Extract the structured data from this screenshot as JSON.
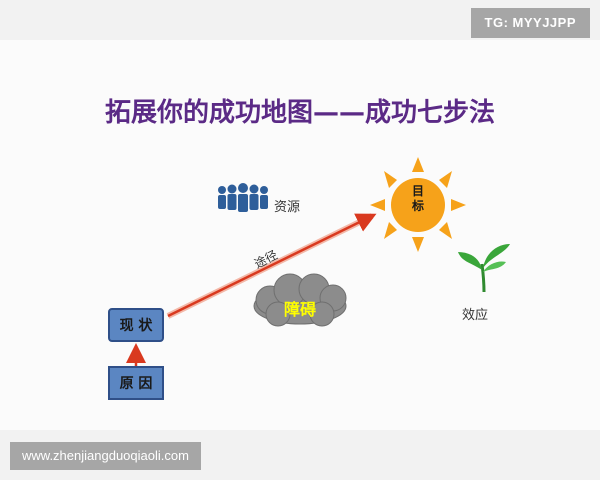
{
  "watermark_top": "TG: MYYJJPP",
  "watermark_bottom": "www.zhenjiangduoqiaoli.com",
  "title": "拓展你的成功地图——成功七步法",
  "nodes": {
    "status": "现 状",
    "cause": "原 因",
    "goal": "目\n标",
    "barrier": "障碍",
    "resources": "资源",
    "path": "途径",
    "effect": "效应"
  },
  "colors": {
    "title": "#5b2a86",
    "box_fill": "#5b86c2",
    "arrow": "#d9391f",
    "sun": "#f6a21a",
    "cloud": "#8c8c8c",
    "barrier_text": "#ffff00",
    "people": "#2e5e9a",
    "plant": "#3aa63a"
  },
  "icons": [
    "people-icon",
    "sun-icon",
    "cloud-icon",
    "sprout-icon"
  ]
}
